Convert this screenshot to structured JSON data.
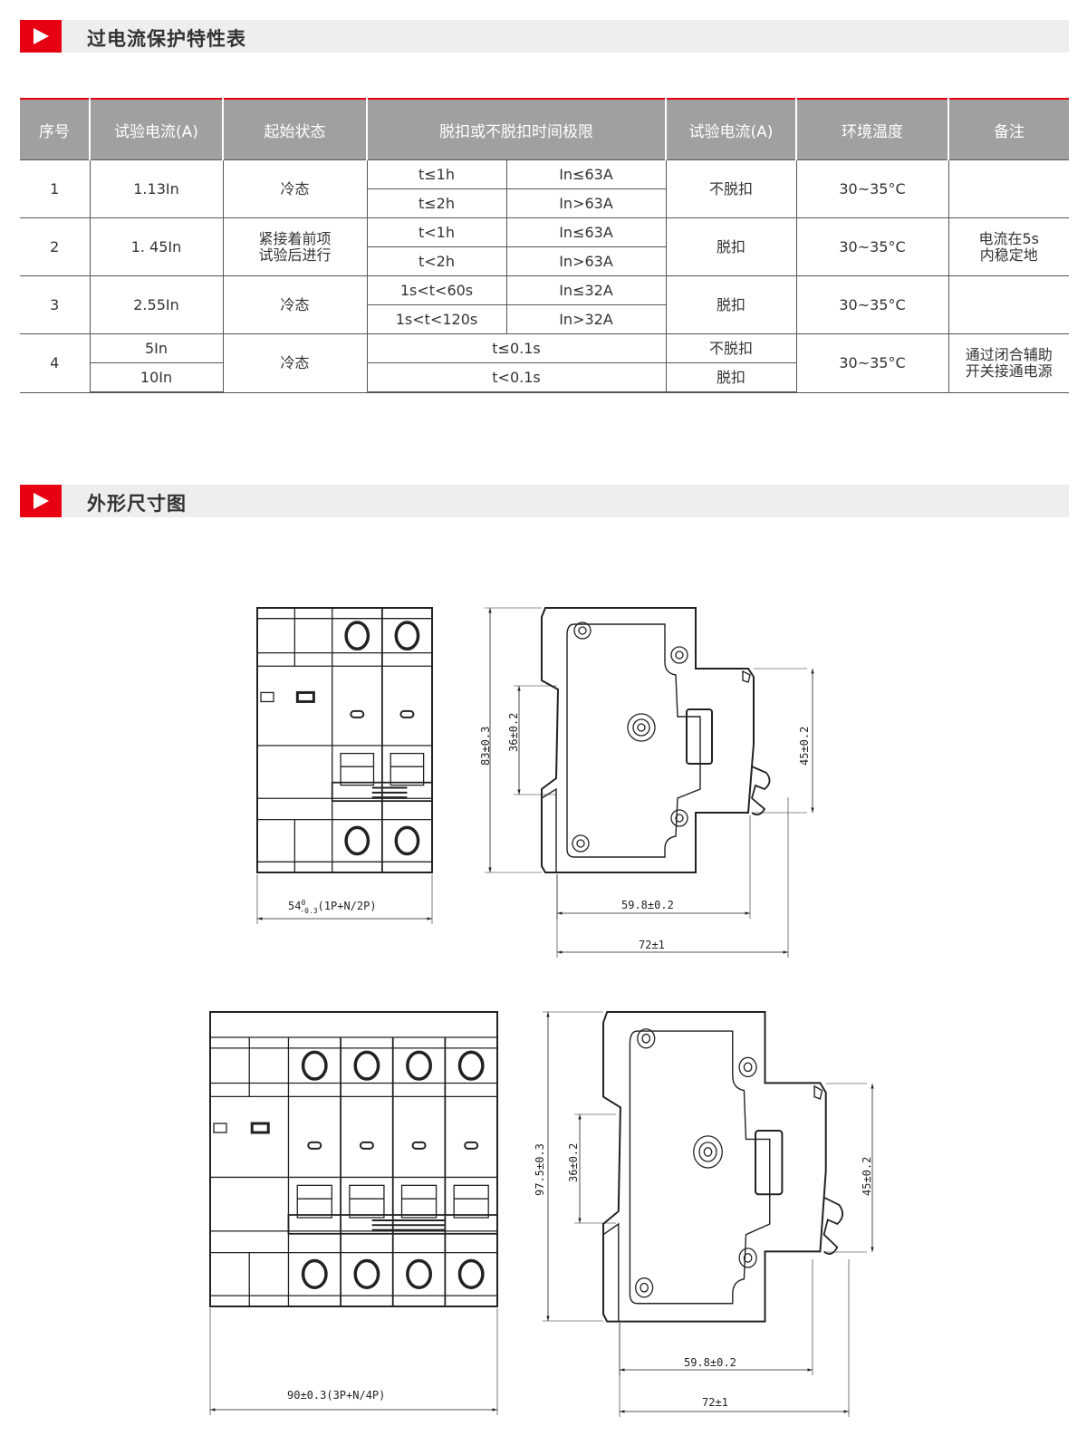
{
  "sections": {
    "overcurrent_title": "过电流保护特性表",
    "dimensions_title": "外形尺寸图"
  },
  "table": {
    "headers": [
      "序号",
      "试验电流(A)",
      "起始状态",
      "脱扣或不脱扣时间极限",
      "试验电流(A)",
      "环境温度",
      "备注"
    ],
    "rows": [
      {
        "no": "1",
        "current": "1.13In",
        "state": "冷态",
        "t1": "t≤1h",
        "c1": "In≤63A",
        "t2": "t≤2h",
        "c2": "In>63A",
        "result": "不脱扣",
        "temp": "30~35°C",
        "note": ""
      },
      {
        "no": "2",
        "current": "1. 45In",
        "state": "紧接着前项\n试验后进行",
        "t1": "t<1h",
        "c1": "In≤63A",
        "t2": "t<2h",
        "c2": "In>63A",
        "result": "脱扣",
        "temp": "30~35°C",
        "note": "电流在5s\n内稳定地"
      },
      {
        "no": "3",
        "current": "2.55In",
        "state": "冷态",
        "t1": "1s<t<60s",
        "c1": "In≤32A",
        "t2": "1s<t<120s",
        "c2": "In>32A",
        "result": "脱扣",
        "temp": "30~35°C",
        "note": ""
      },
      {
        "no": "4",
        "current1": "5In",
        "current2": "10In",
        "state": "冷态",
        "t1": "t≤0.1s",
        "t2": "t<0.1s",
        "result1": "不脱扣",
        "result2": "脱扣",
        "temp": "30~35°C",
        "note": "通过闭合辅助\n开关接通电源"
      }
    ]
  },
  "drawings": {
    "small": {
      "width": "54",
      "width_sup": "0",
      "width_sub": "-0.3",
      "width_note": "(1P+N/2P)",
      "height": "83±0.3",
      "rail": "36±0.2",
      "front_h": "45±0.2",
      "depth1": "59.8±0.2",
      "depth2": "72±1"
    },
    "large": {
      "width": "90±0.3(3P+N/4P)",
      "height": "97.5±0.3",
      "rail": "36±0.2",
      "front_h": "45±0.2",
      "depth1": "59.8±0.2",
      "depth2": "72±1"
    }
  },
  "colors": {
    "accent": "#e60012",
    "header_bg": "#a0a0a0",
    "bar_bg": "#eeeeee"
  }
}
